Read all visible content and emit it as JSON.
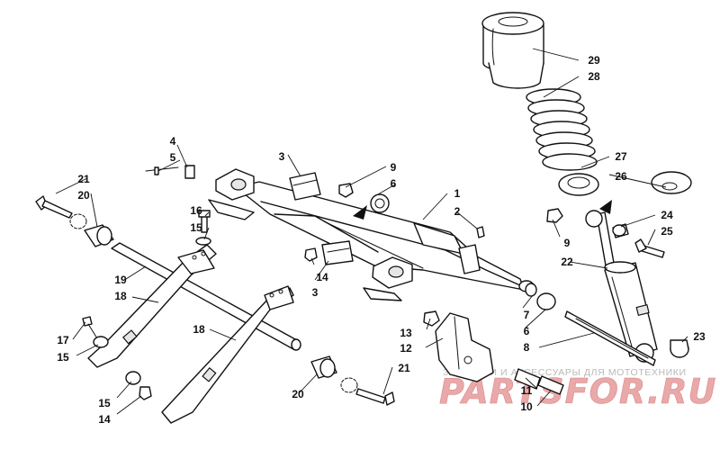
{
  "watermark": {
    "caption": "ЗАПЧАСТИ И АКСЕССУАРЫ ДЛЯ МОТОТЕХНИКИ",
    "logo": "PARTSFOR.RU"
  },
  "labels": [
    {
      "id": "1",
      "text": "1"
    },
    {
      "id": "2",
      "text": "2"
    },
    {
      "id": "3a",
      "text": "3"
    },
    {
      "id": "3b",
      "text": "3"
    },
    {
      "id": "4",
      "text": "4"
    },
    {
      "id": "5",
      "text": "5"
    },
    {
      "id": "6a",
      "text": "6"
    },
    {
      "id": "6b",
      "text": "6"
    },
    {
      "id": "7",
      "text": "7"
    },
    {
      "id": "8",
      "text": "8"
    },
    {
      "id": "9a",
      "text": "9"
    },
    {
      "id": "9b",
      "text": "9"
    },
    {
      "id": "10",
      "text": "10"
    },
    {
      "id": "11",
      "text": "11"
    },
    {
      "id": "12",
      "text": "12"
    },
    {
      "id": "13",
      "text": "13"
    },
    {
      "id": "14a",
      "text": "14"
    },
    {
      "id": "14b",
      "text": "14"
    },
    {
      "id": "15a",
      "text": "15"
    },
    {
      "id": "15b",
      "text": "15"
    },
    {
      "id": "15c",
      "text": "15"
    },
    {
      "id": "16",
      "text": "16"
    },
    {
      "id": "17",
      "text": "17"
    },
    {
      "id": "18a",
      "text": "18"
    },
    {
      "id": "18b",
      "text": "18"
    },
    {
      "id": "19",
      "text": "19"
    },
    {
      "id": "20a",
      "text": "20"
    },
    {
      "id": "20b",
      "text": "20"
    },
    {
      "id": "21a",
      "text": "21"
    },
    {
      "id": "21b",
      "text": "21"
    },
    {
      "id": "22",
      "text": "22"
    },
    {
      "id": "23",
      "text": "23"
    },
    {
      "id": "24",
      "text": "24"
    },
    {
      "id": "25",
      "text": "25"
    },
    {
      "id": "26",
      "text": "26"
    },
    {
      "id": "27",
      "text": "27"
    },
    {
      "id": "28",
      "text": "28"
    },
    {
      "id": "29",
      "text": "29"
    }
  ]
}
